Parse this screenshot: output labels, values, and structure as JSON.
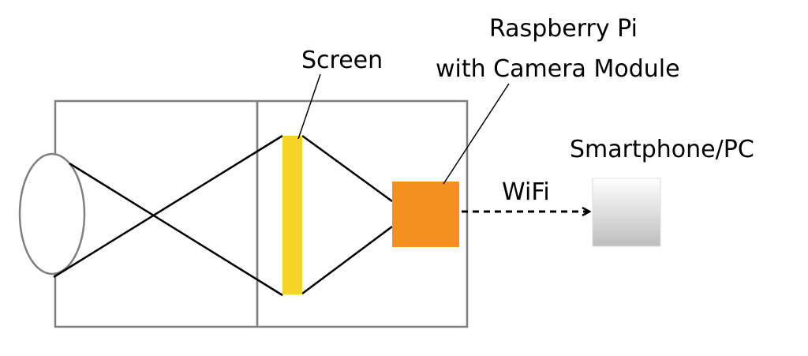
{
  "labels": {
    "screen": "Screen",
    "raspberry_pi_line1": "Raspberry Pi",
    "raspberry_pi_line2": "with Camera Module",
    "smartphone_pc": "Smartphone/PC",
    "wifi": "WiFi"
  },
  "colors": {
    "box_stroke": "#808080",
    "ray_stroke": "#000000",
    "screen_fill": "#f5d327",
    "pi_fill": "#f39020",
    "device_fill_top": "#ffffff",
    "device_fill_bottom": "#bdbdbd"
  }
}
